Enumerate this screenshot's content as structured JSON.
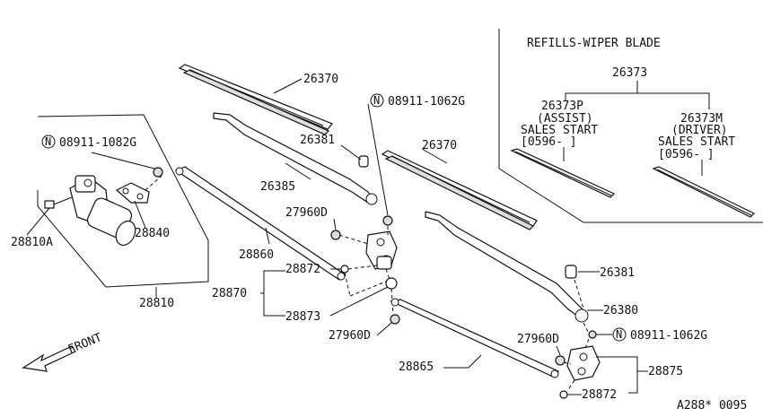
{
  "diagram": {
    "header_refills": "REFILLS-WIPER BLADE",
    "labels": {
      "blade_left": "26370",
      "blade_right": "26370",
      "nut_top": "08911-1062G",
      "nut_left": "08911-1082G",
      "nut_bottom": "08911-1062G",
      "cap_left": "26381",
      "cap_right": "26381",
      "arm_left": "26385",
      "arm_right": "26380",
      "motor": "28810A",
      "bracket": "28840",
      "motor_assy": "28810",
      "link_upper": "28860",
      "link_lower": "28865",
      "bushing_l1": "27960D",
      "bushing_l2": "27960D",
      "bushing_r": "27960D",
      "pivot_l": "28870",
      "washer_l": "28872",
      "washer_r": "28872",
      "spacer_l": "28873",
      "pivot_r": "28875",
      "refill": "26373",
      "refill_assist": "26373P",
      "assist_tag": "(ASSIST)",
      "assist_sales": "SALES START",
      "assist_date": "[0596-    ]",
      "refill_driver": "26373M",
      "driver_tag": "(DRIVER)",
      "driver_sales": "SALES START",
      "driver_date": "[0596-    ]",
      "front": "FRONT",
      "drawing_code": "A288* 0095"
    },
    "n_symbol": "N"
  }
}
